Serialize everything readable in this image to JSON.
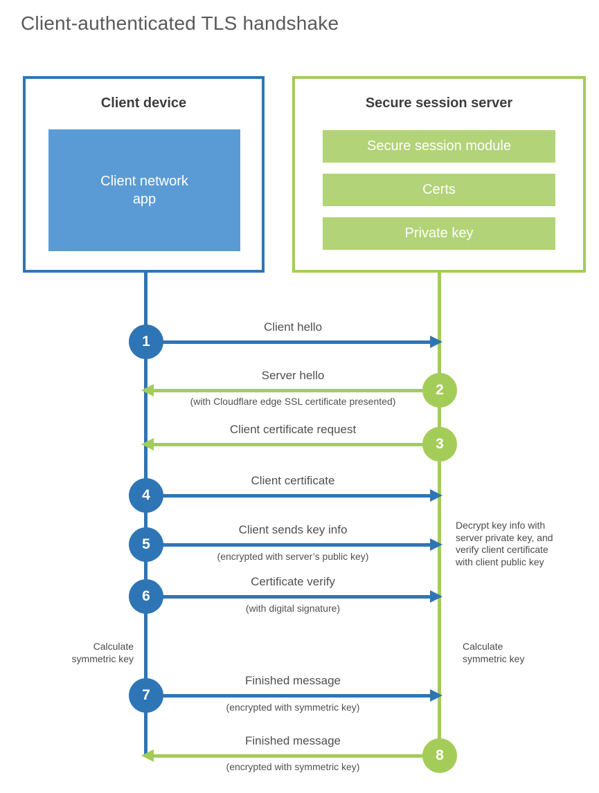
{
  "title": "Client-authenticated TLS handshake",
  "client_box": {
    "title": "Client device",
    "app_label": "Client network\napp"
  },
  "server_box": {
    "title": "Secure session server",
    "modules": [
      "Secure session module",
      "Certs",
      "Private key"
    ]
  },
  "steps": [
    {
      "number": "1",
      "label": "Client hello",
      "sublabel": "",
      "direction": "client-to-server"
    },
    {
      "number": "2",
      "label": "Server hello",
      "sublabel": "(with Cloudflare edge SSL certificate presented)",
      "direction": "server-to-client"
    },
    {
      "number": "3",
      "label": "Client certificate request",
      "sublabel": "",
      "direction": "server-to-client"
    },
    {
      "number": "4",
      "label": "Client certificate",
      "sublabel": "",
      "direction": "client-to-server"
    },
    {
      "number": "5",
      "label": "Client sends key info",
      "sublabel": "(encrypted with server’s public key)",
      "direction": "client-to-server"
    },
    {
      "number": "6",
      "label": "Certificate verify",
      "sublabel": "(with digital signature)",
      "direction": "client-to-server"
    },
    {
      "number": "7",
      "label": "Finished message",
      "sublabel": "(encrypted with symmetric key)",
      "direction": "client-to-server"
    },
    {
      "number": "8",
      "label": "Finished message",
      "sublabel": "(encrypted with symmetric key)",
      "direction": "server-to-client"
    }
  ],
  "annotations": {
    "decrypt_note": "Decrypt key info with\nserver private key, and\nverify client certificate\nwith client public key",
    "calc_left": "Calculate\nsymmetric key",
    "calc_right": "Calculate\nsymmetric key"
  },
  "colors": {
    "blue": "#2E75B6",
    "light_blue": "#5B9BD5",
    "green": "#A4CC58",
    "light_green": "#B2D377"
  }
}
